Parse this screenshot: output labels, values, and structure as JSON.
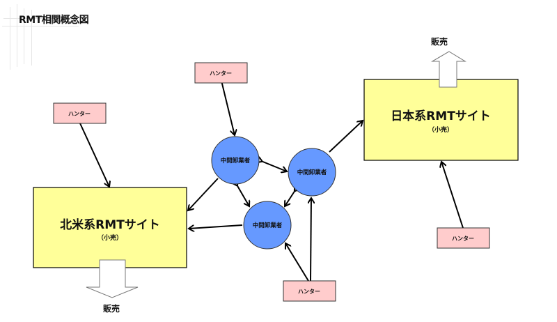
{
  "title": "RMT相関概念図",
  "sites": [
    {
      "id": "na",
      "name": "北米系RMTサイト",
      "sub": "（小売）"
    },
    {
      "id": "jp",
      "name": "日本系RMTサイト",
      "sub": "（小売）"
    }
  ],
  "wholesalers": [
    {
      "id": "w1",
      "label": "中間卸業者"
    },
    {
      "id": "w2",
      "label": "中間卸業者"
    },
    {
      "id": "w3",
      "label": "中間卸業者"
    }
  ],
  "hunters": [
    {
      "id": "h1",
      "label": "ハンター"
    },
    {
      "id": "h2",
      "label": "ハンター"
    },
    {
      "id": "h3",
      "label": "ハンター"
    },
    {
      "id": "h4",
      "label": "ハンター"
    }
  ],
  "sales": [
    {
      "id": "s-jp",
      "label": "販売"
    },
    {
      "id": "s-na",
      "label": "販売"
    }
  ],
  "colors": {
    "site_fill": "#ffff99",
    "hunter_fill": "#ffcccc",
    "node_fill": "#6699ff",
    "stroke": "#000000"
  }
}
